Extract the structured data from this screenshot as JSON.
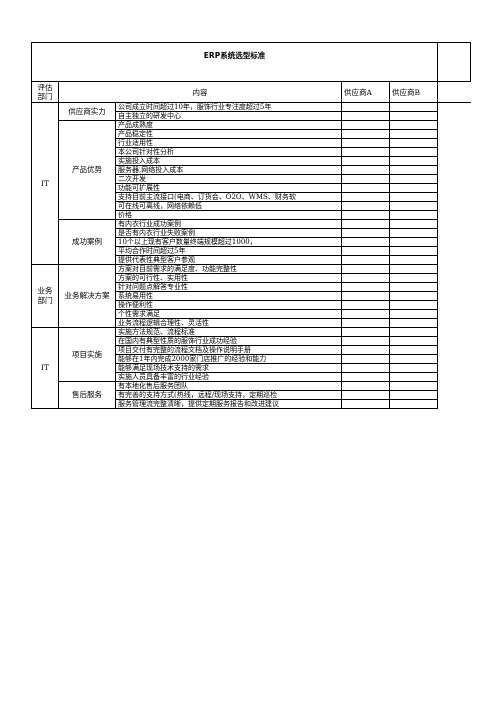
{
  "title": "ERP系统选型标准",
  "header": {
    "dept_col": "评估\n部门",
    "content_col": "内容",
    "vendor_a": "供应商A",
    "vendor_b": "供应商B"
  },
  "groups": [
    {
      "dept": "IT",
      "categories": [
        {
          "name": "供应商实力",
          "items": [
            "公司成立时间超过10年，服饰行业专注度超过5年",
            "自主独立的研发中心"
          ]
        },
        {
          "name": "产品优势",
          "items": [
            "产品成熟度",
            "产品稳定性",
            "行业适用性",
            "本公司针对性分析",
            "实施投入成本",
            "服务器,网络投入成本",
            "二次开发",
            "功能可扩展性",
            "支持目前主流接口(电商、订货会、O2O、WMS、财务软",
            "可在线可离线，网络依赖低",
            "价格"
          ]
        },
        {
          "name": "成功案例",
          "items": [
            "有内衣行业成功案例",
            "是否有内衣行业失败案例",
            "10个以上现有客户数量终端规模超过1000，",
            "平均合作时间超过5年",
            "提供代表性典型客户参观"
          ]
        }
      ]
    },
    {
      "dept": "业务\n部门",
      "categories": [
        {
          "name": "业务解决方案",
          "items": [
            "方案对目前需求的满足度、功能完整性",
            "方案的可行性、实用性",
            "针对问题点解答专业性",
            "系统易用性",
            "操作便利性",
            "个性需求满足",
            "业务流程逻辑合理性、灵活性"
          ]
        }
      ]
    },
    {
      "dept": "IT",
      "categories": [
        {
          "name": "项目实施",
          "items": [
            "实施方法规范、流程标准",
            "在国内有典型性质的服饰行业成功经验",
            "项目交付有完整的流程文档及操作说明手册",
            "能够在1年内完成2000家门店推广的经验和能力",
            "能够满足现场技术支持的需求",
            "实施人员具备丰富的行业经验"
          ]
        },
        {
          "name": "售后服务",
          "items": [
            "有本地化售后服务团队",
            "有完善的支持方式(热线，远程/现场支持，定期巡检",
            "服务管理流完整清晰，提供定期服务报告和改进建议"
          ]
        }
      ]
    }
  ]
}
